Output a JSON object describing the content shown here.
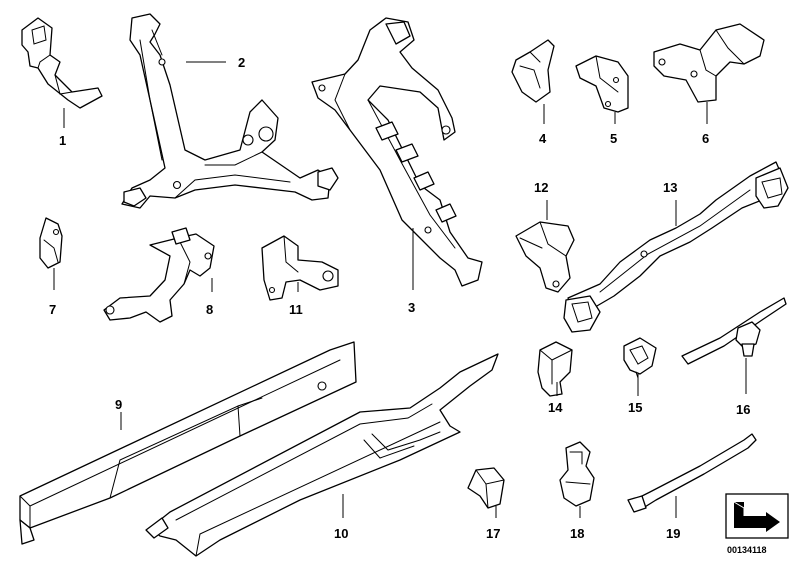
{
  "labels": {
    "l1": "1",
    "l2": "2",
    "l3": "3",
    "l4": "4",
    "l5": "5",
    "l6": "6",
    "l7": "7",
    "l8": "8",
    "l9": "9",
    "l10": "10",
    "l11": "11",
    "l12": "12",
    "l13": "13",
    "l14": "14",
    "l15": "15",
    "l16": "16",
    "l17": "17",
    "l18": "18",
    "l19": "19"
  },
  "diagram_code": "00134118",
  "colors": {
    "line": "#000000",
    "background": "#ffffff"
  }
}
